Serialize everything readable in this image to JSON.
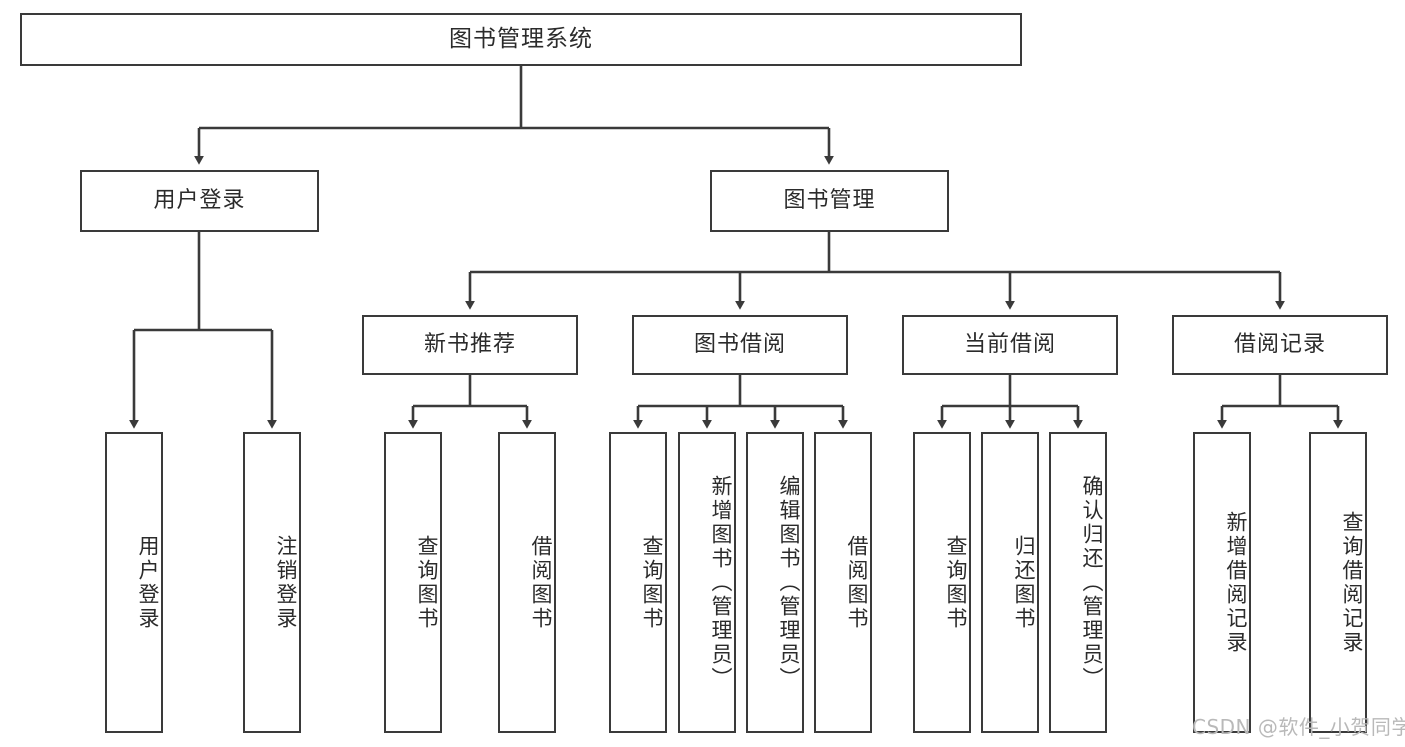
{
  "diagram": {
    "title": "图书管理系统",
    "type": "hierarchy-tree",
    "root": {
      "id": "root",
      "label": "图书管理系统"
    },
    "level2": [
      {
        "id": "user-login",
        "label": "用户登录"
      },
      {
        "id": "book-manage",
        "label": "图书管理"
      }
    ],
    "level3": [
      {
        "id": "new-book-rec",
        "label": "新书推荐"
      },
      {
        "id": "book-borrow",
        "label": "图书借阅"
      },
      {
        "id": "current-borrow",
        "label": "当前借阅"
      },
      {
        "id": "borrow-record",
        "label": "借阅记录"
      }
    ],
    "leaves": {
      "user_login": [
        {
          "id": "leaf-user-login",
          "label": "用户登录"
        },
        {
          "id": "leaf-user-logout",
          "label": "注销登录"
        }
      ],
      "new_book_rec": [
        {
          "id": "leaf-query-book-1",
          "label": "查询图书"
        },
        {
          "id": "leaf-borrow-book-1",
          "label": "借阅图书"
        }
      ],
      "book_borrow": [
        {
          "id": "leaf-query-book-2",
          "label": "查询图书"
        },
        {
          "id": "leaf-add-book",
          "label": "新增图书（管理员）"
        },
        {
          "id": "leaf-edit-book",
          "label": "编辑图书（管理员）"
        },
        {
          "id": "leaf-borrow-book-2",
          "label": "借阅图书"
        }
      ],
      "current_borrow": [
        {
          "id": "leaf-query-book-3",
          "label": "查询图书"
        },
        {
          "id": "leaf-return-book",
          "label": "归还图书"
        },
        {
          "id": "leaf-confirm-return",
          "label": "确认归还（管理员）"
        }
      ],
      "borrow_record": [
        {
          "id": "leaf-add-record",
          "label": "新增借阅记录"
        },
        {
          "id": "leaf-query-record",
          "label": "查询借阅记录"
        }
      ]
    }
  },
  "watermark": {
    "text": "CSDN @软件_小贺同学"
  },
  "colors": {
    "border": "#3a3a3a",
    "text": "#2b2b2b",
    "background": "#ffffff",
    "watermark": "#b9b9b9"
  }
}
